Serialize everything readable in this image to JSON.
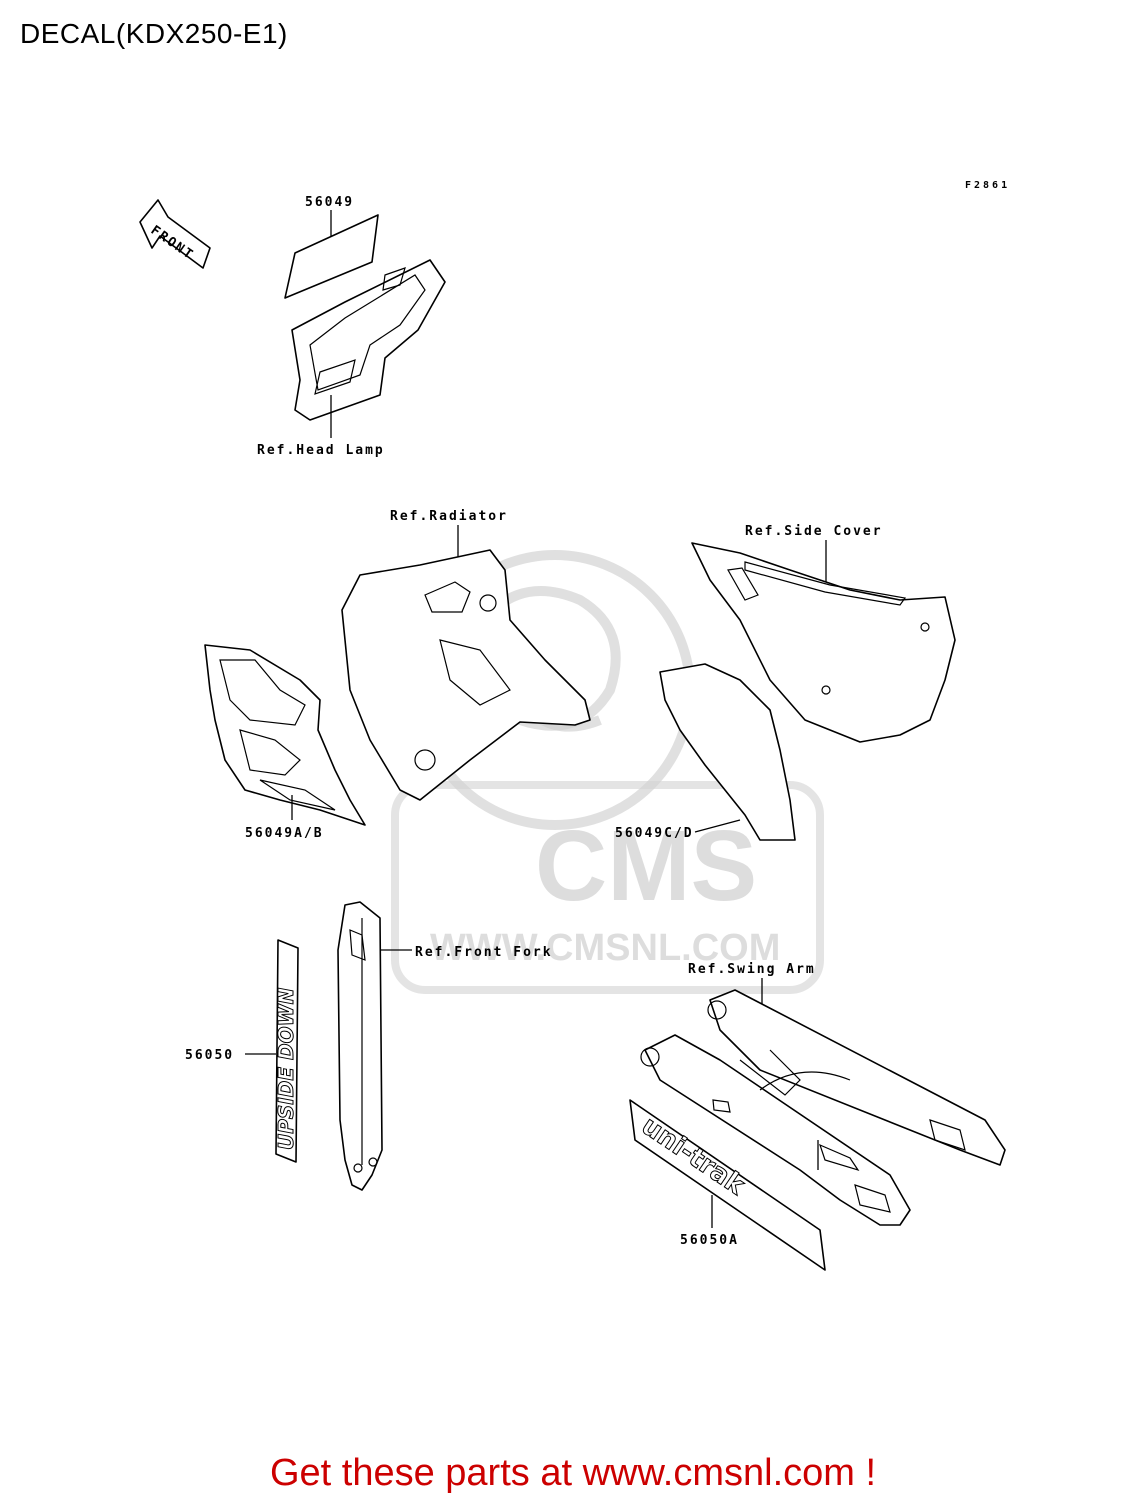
{
  "page": {
    "title": "DECAL(KDX250-E1)",
    "figure_code": "F2861",
    "footer": "Get these parts at www.cmsnl.com !"
  },
  "watermark": {
    "logo_text": "CMS",
    "url_text": "WWW.CMSNL.COM"
  },
  "front_arrow": {
    "label": "FRONT"
  },
  "labels": {
    "p56049": "56049",
    "ref_head_lamp": "Ref.Head Lamp",
    "ref_radiator": "Ref.Radiator",
    "ref_side_cover": "Ref.Side Cover",
    "p56049ab": "56049A/B",
    "p56049cd": "56049C/D",
    "ref_front_fork": "Ref.Front Fork",
    "ref_swing_arm": "Ref.Swing Arm",
    "p56050": "56050",
    "p56050a": "56050A"
  },
  "decals": {
    "upside_down": "UPSIDE DOWN",
    "uni_trak": "uni-trak"
  },
  "colors": {
    "footer": "#cc0000",
    "watermark": "#c8c8c8"
  }
}
